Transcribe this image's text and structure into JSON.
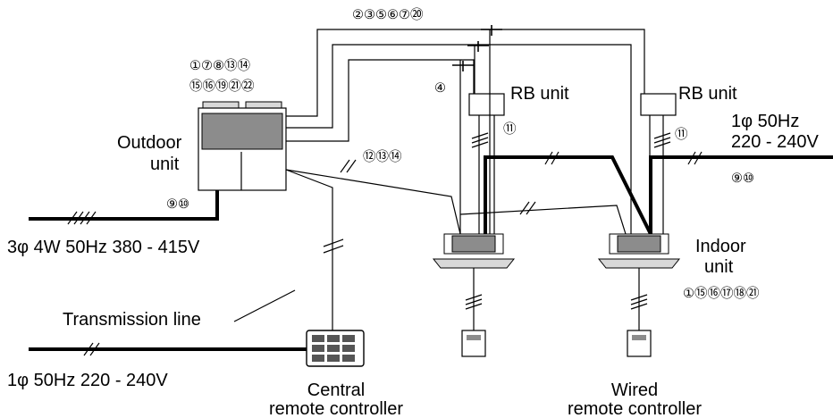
{
  "outdoor_unit": {
    "label_line1": "Outdoor",
    "label_line2": "unit",
    "parts_row1": "①⑦⑧⑬⑭",
    "parts_row2": "⑮⑯⑲㉑㉒",
    "power_parts": "⑨⑩"
  },
  "pipes": {
    "parts_top": "②③⑤⑥⑦⑳",
    "parts_branch": "④"
  },
  "rb_units": [
    {
      "label": "RB unit"
    },
    {
      "label": "RB unit"
    }
  ],
  "rb_parts": "⑪",
  "indoor_unit": {
    "label_line1": "Indoor",
    "label_line2": "unit",
    "parts": "①⑮⑯⑰⑱㉑"
  },
  "indoor_power": {
    "label_line1": "1φ  50Hz",
    "label_line2": "220 - 240V",
    "parts": "⑨⑩"
  },
  "outdoor_power": {
    "label": "3φ  4W  50Hz 380 - 415V"
  },
  "transmission": {
    "label": "Transmission line",
    "parts": "⑫⑬⑭"
  },
  "central_power": {
    "label": "1φ 50Hz 220 - 240V"
  },
  "central_controller": {
    "label_line1": "Central",
    "label_line2": "remote controller"
  },
  "wired_controller": {
    "label_line1": "Wired",
    "label_line2": "remote controller"
  }
}
